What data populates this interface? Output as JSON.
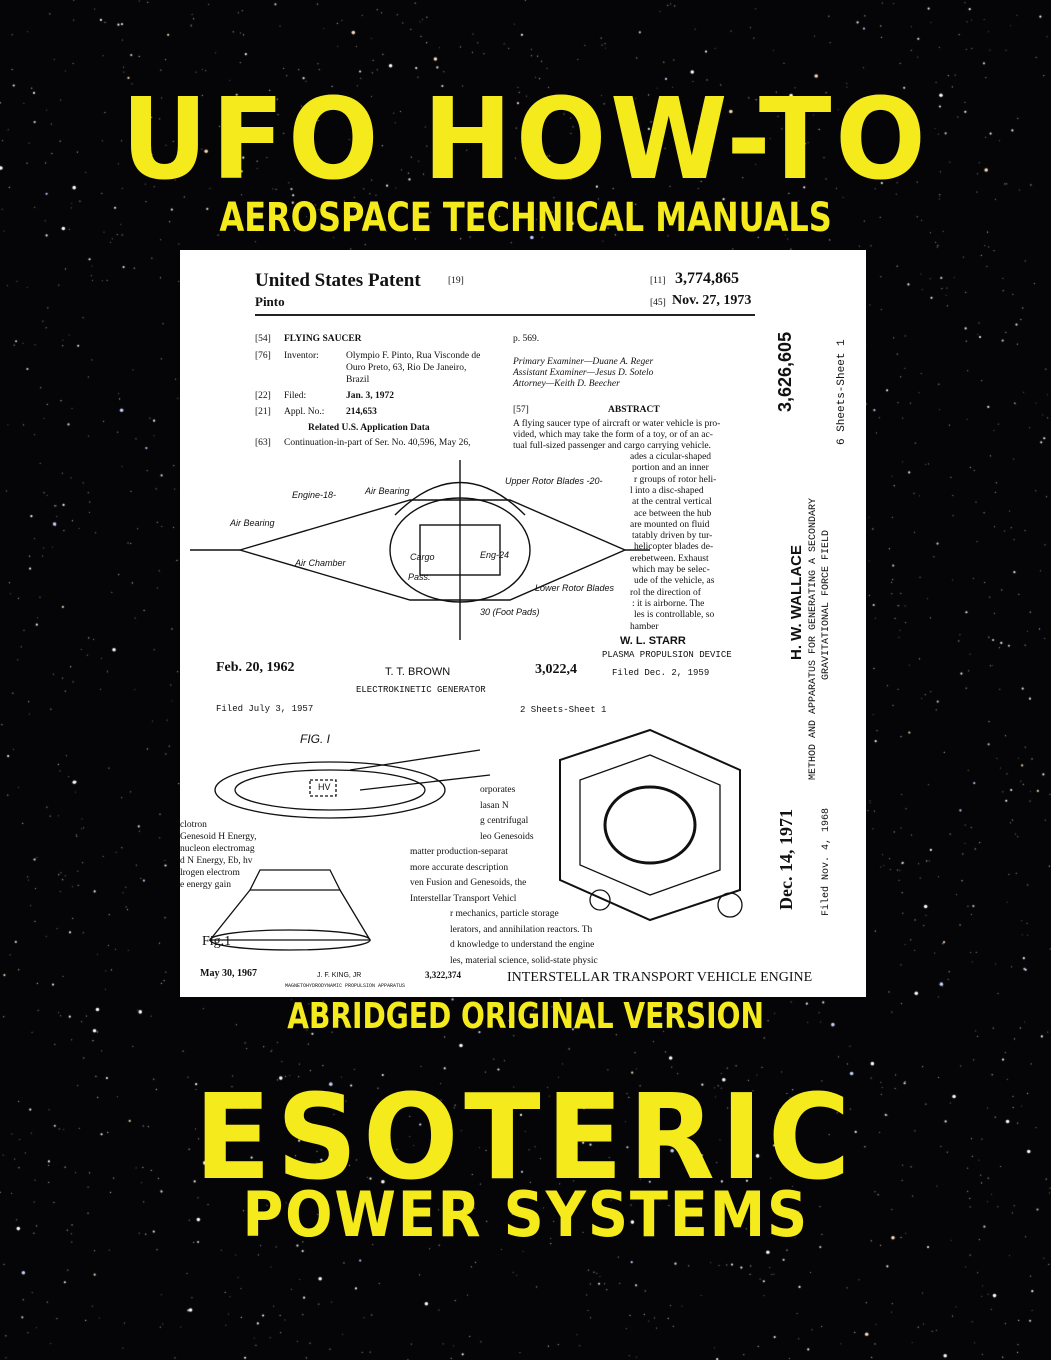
{
  "cover": {
    "title": "UFO HOW-TO",
    "subtitle": "AEROSPACE TECHNICAL MANUALS",
    "edition": "ABRIDGED ORIGINAL VERSION",
    "series_title": "ESOTERIC",
    "series_subtitle": "POWER SYSTEMS",
    "accent_color": "#f4ea1c",
    "background_color": "#050507"
  },
  "patent_collage": {
    "pinto": {
      "header": "United States Patent",
      "header_code": "[19]",
      "inventor_short": "Pinto",
      "number_code": "[11]",
      "number": "3,774,865",
      "date_code": "[45]",
      "date": "Nov. 27, 1973",
      "title_code": "[54]",
      "title": "FLYING SAUCER",
      "inventor_code": "[76]",
      "inventor_label": "Inventor:",
      "inventor_line1": "Olympio F. Pinto, Rua Visconde de",
      "inventor_line2": "Ouro Preto, 63, Rio De Janeiro,",
      "inventor_line3": "Brazil",
      "filed_code": "[22]",
      "filed_label": "Filed:",
      "filed": "Jan. 3, 1972",
      "appl_code": "[21]",
      "appl_label": "Appl. No.:",
      "appl": "214,653",
      "related": "Related U.S. Application Data",
      "cont_code": "[63]",
      "continuation": "Continuation-in-part of Ser. No. 40,596, May 26,",
      "page_ref": "p. 569.",
      "primary_examiner": "Primary Examiner—Duane A. Reger",
      "assistant_examiner": "Assistant Examiner—Jesus D. Sotelo",
      "attorney": "Attorney—Keith D. Beecher",
      "abstract_code": "[57]",
      "abstract_title": "ABSTRACT",
      "abstract_lines": [
        "A flying saucer type of aircraft or water vehicle is pro-",
        "vided, which may take the form of a toy, or of an ac-",
        "tual full-sized passenger and cargo carrying vehicle."
      ],
      "abstract_fragments": [
        "ades a cicular-shaped",
        "portion and an inner",
        "r groups of rotor heli-",
        "l into a disc-shaped",
        "at the central vertical",
        "ace between the hub",
        "are mounted on fluid",
        "tatably driven by tur-",
        "helicopter blades de-",
        "erebetween. Exhaust",
        "which may be selec-",
        "ude of the vehicle, as",
        "rol the direction of",
        ": it is airborne. The",
        "les is controllable, so",
        "hamber"
      ],
      "figure_labels": [
        "Air Bearing",
        "Engine-18-",
        "Air Bearing",
        "Upper Rotor Blades -20-",
        "Air Chamber",
        "Eng-24",
        "Lower Rotor Blades",
        "30 (Foot Pads)",
        "Cargo",
        "Pass."
      ]
    },
    "wallace": {
      "date": "Dec. 14, 1971",
      "inventor": "H. W. WALLACE",
      "number": "3,626,605",
      "title_line1": "METHOD AND APPARATUS FOR GENERATING A SECONDARY",
      "title_line2": "GRAVITATIONAL FORCE FIELD",
      "filed": "Filed Nov. 4, 1968",
      "sheets": "6 Sheets-Sheet 1"
    },
    "starr": {
      "inventor": "W. L. STARR",
      "title": "PLASMA PROPULSION DEVICE",
      "filed": "Filed Dec. 2, 1959",
      "number": "3,022,4"
    },
    "brown": {
      "date": "Feb. 20, 1962",
      "inventor": "T. T. BROWN",
      "title": "ELECTROKINETIC GENERATOR",
      "filed": "Filed July 3, 1957",
      "sheets": "2 Sheets-Sheet 1",
      "figure": "FIG. I",
      "hv_label": "HV"
    },
    "king": {
      "date": "May 30, 1967",
      "inventor": "J. F. KING, JR",
      "number": "3,322,374",
      "title": "MAGNETOHYDRODYNAMIC PROPULSION APPARATUS",
      "figure": "Fig.1"
    },
    "interstellar": {
      "title": "INTERSTELLAR TRANSPORT VEHICLE ENGINE",
      "lines": [
        "orporates",
        "lasan N",
        "g centrifugal",
        "leo Genesoids",
        "matter production-separat",
        "more accurate description",
        "ven Fusion and Genesoids, the",
        "Interstellar Transport Vehicl",
        "r mechanics, particle storage",
        "lerators, and annihilation reactors. Th",
        "d knowledge to understand the engine",
        "les, material science, solid-state physic"
      ],
      "left_lines": [
        "clotron",
        "Genesoid H Energy,",
        "nucleon electromag",
        "d N Energy, Eb, hv",
        "lrogen electrom",
        "e energy gain"
      ]
    }
  }
}
